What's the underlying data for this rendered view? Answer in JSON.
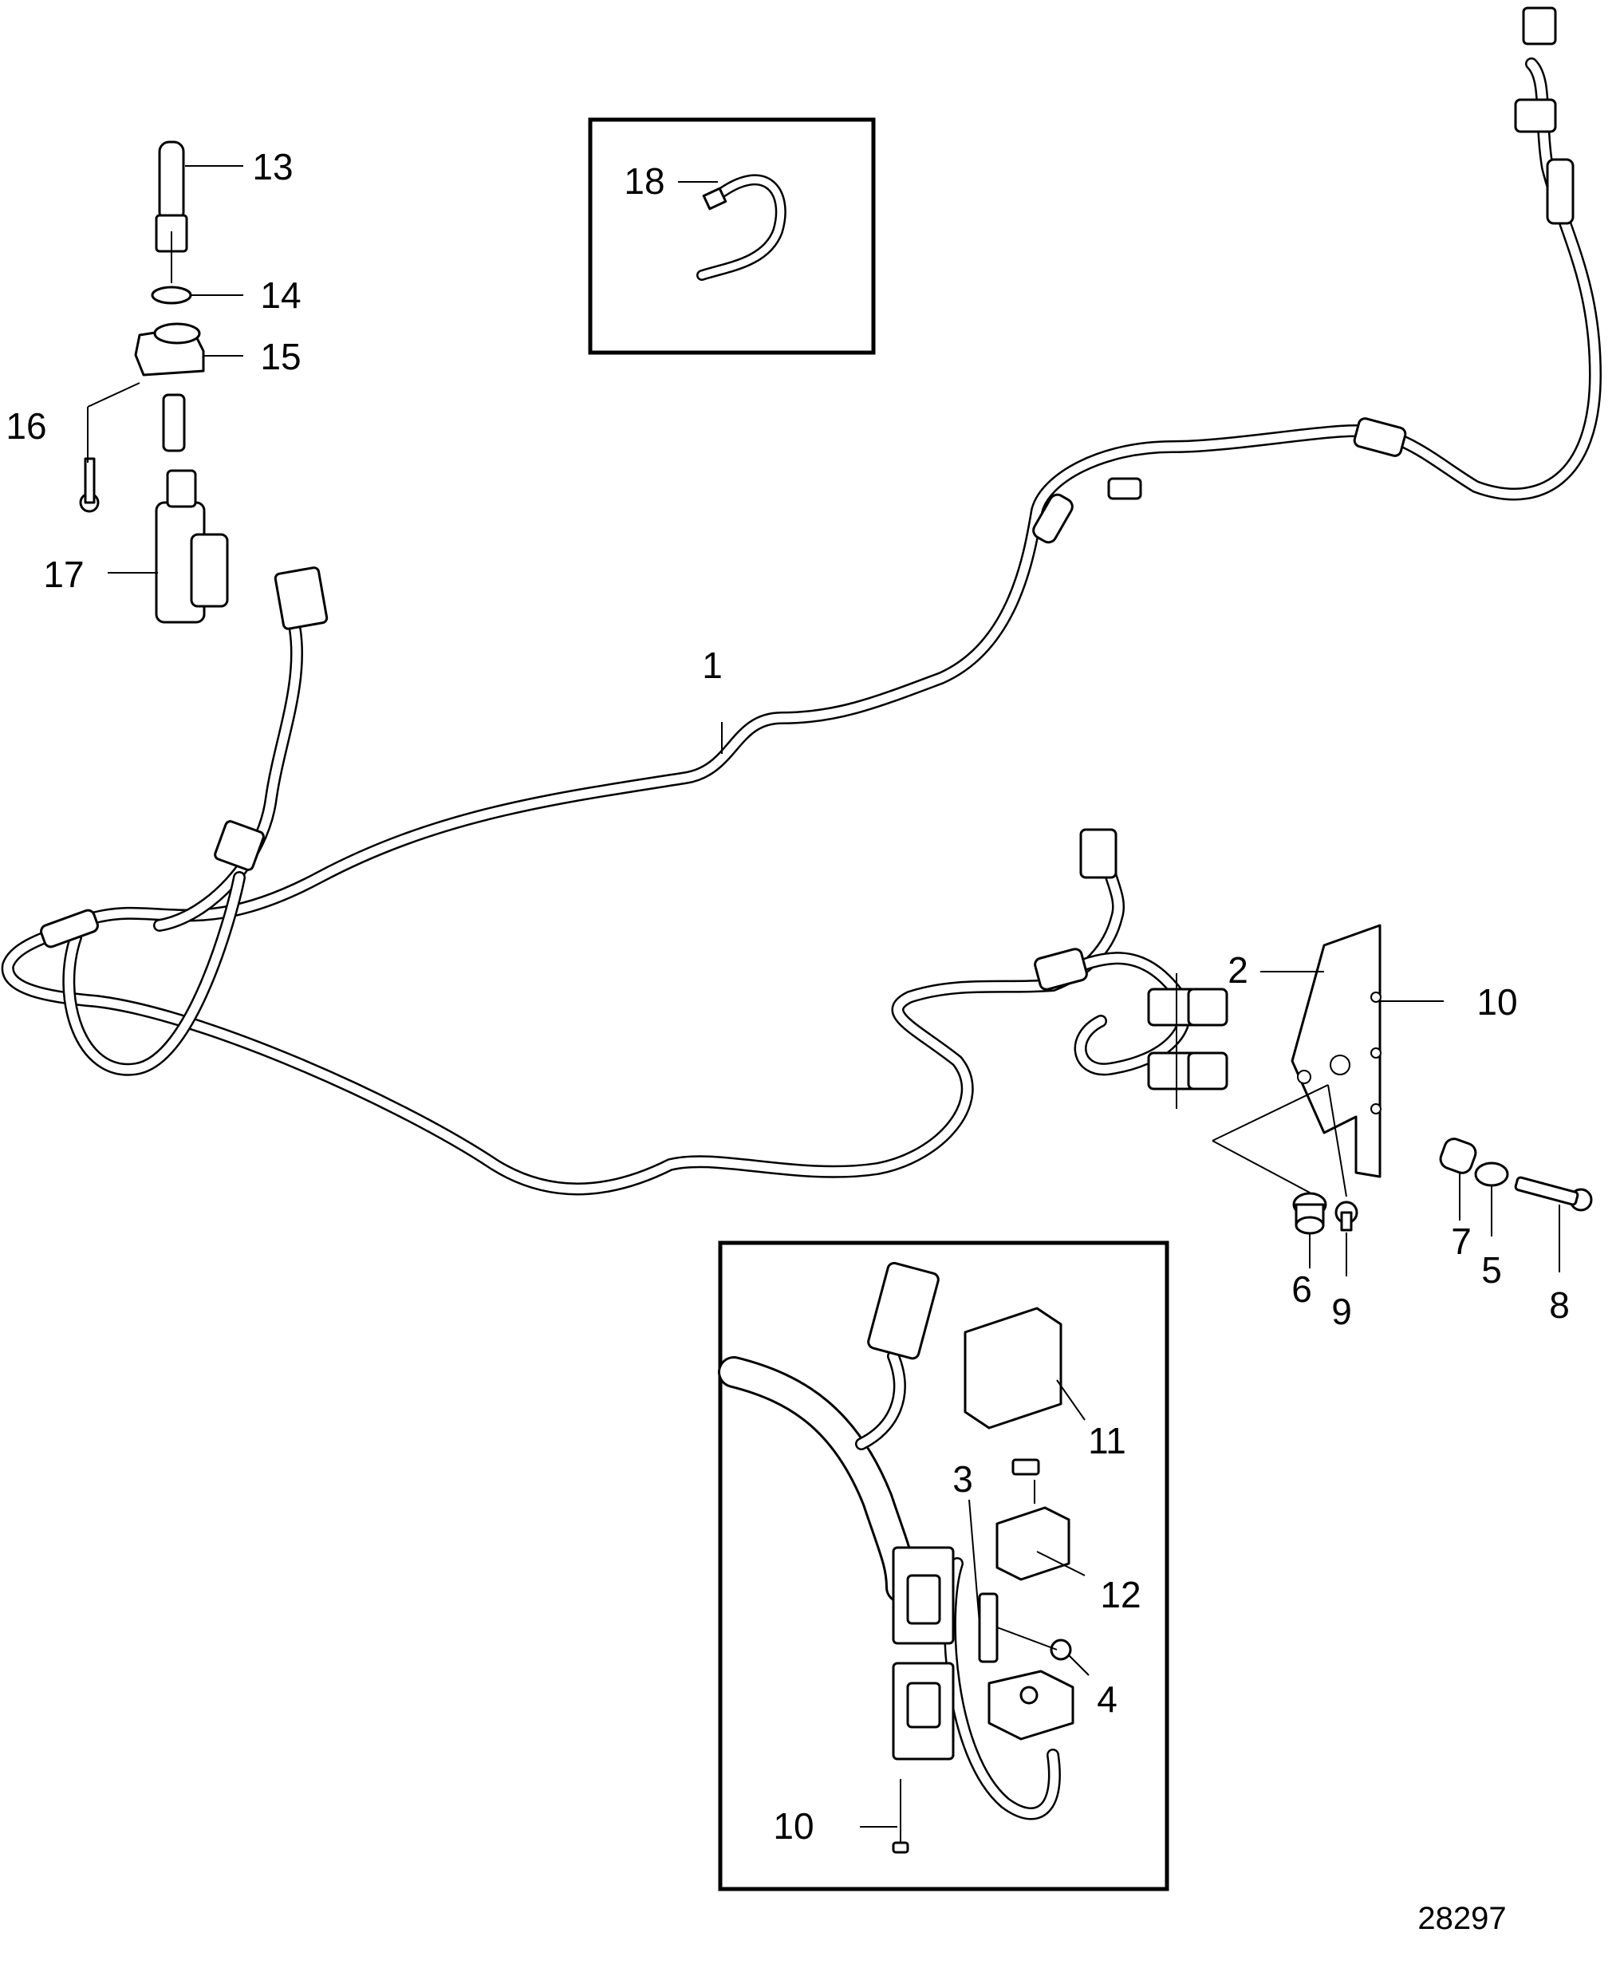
{
  "figure_number": "28297",
  "callouts": [
    {
      "id": "c1",
      "label": "1"
    },
    {
      "id": "c2",
      "label": "2"
    },
    {
      "id": "c3",
      "label": "3"
    },
    {
      "id": "c4",
      "label": "4"
    },
    {
      "id": "c5",
      "label": "5"
    },
    {
      "id": "c6",
      "label": "6"
    },
    {
      "id": "c7",
      "label": "7"
    },
    {
      "id": "c8",
      "label": "8"
    },
    {
      "id": "c9",
      "label": "9"
    },
    {
      "id": "c10a",
      "label": "10"
    },
    {
      "id": "c10b",
      "label": "10"
    },
    {
      "id": "c11",
      "label": "11"
    },
    {
      "id": "c12",
      "label": "12"
    },
    {
      "id": "c13",
      "label": "13"
    },
    {
      "id": "c14",
      "label": "14"
    },
    {
      "id": "c15",
      "label": "15"
    },
    {
      "id": "c16",
      "label": "16"
    },
    {
      "id": "c17",
      "label": "17"
    },
    {
      "id": "c18",
      "label": "18"
    }
  ]
}
